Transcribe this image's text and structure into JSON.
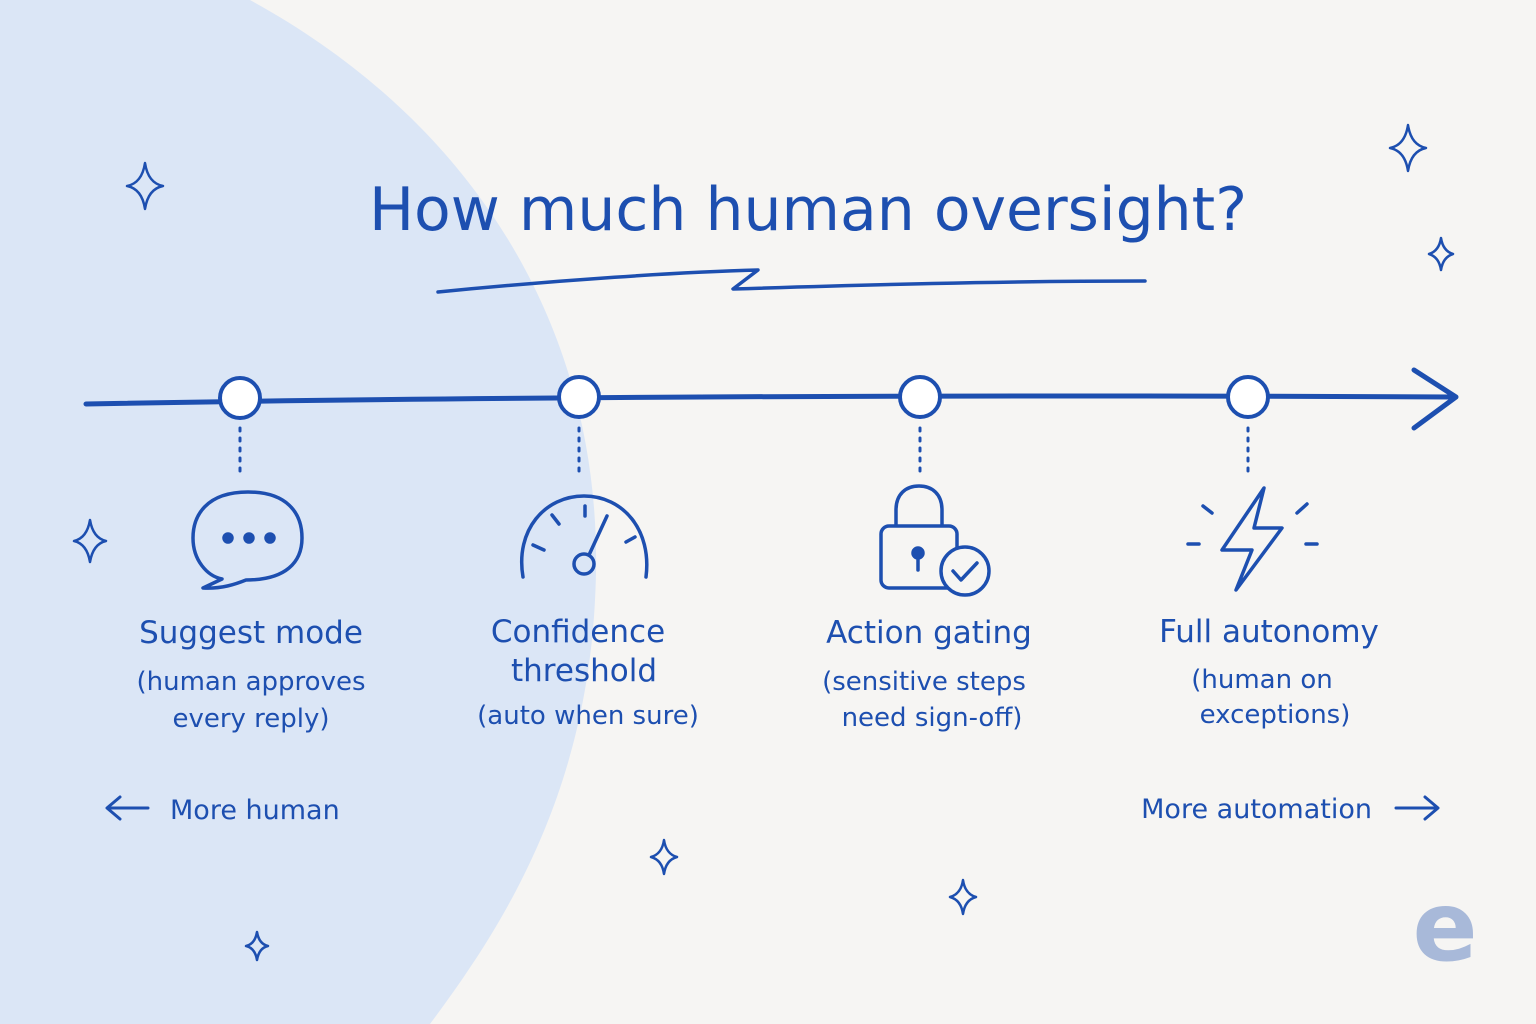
{
  "title": "How much human oversight?",
  "stages": [
    {
      "id": "suggest",
      "label": "Suggest mode",
      "note_lines": [
        "(human approves",
        "every reply)"
      ],
      "icon": "speech-bubble-icon"
    },
    {
      "id": "confidence",
      "label_lines": [
        "Confidence",
        "threshold"
      ],
      "note": "(auto when sure)",
      "icon": "gauge-icon"
    },
    {
      "id": "gating",
      "label": "Action gating",
      "note_lines": [
        "(sensitive steps",
        "need sign-off)"
      ],
      "icon": "lock-check-icon"
    },
    {
      "id": "autonomy",
      "label": "Full autonomy",
      "note_lines": [
        "(human on",
        "exceptions)"
      ],
      "icon": "lightning-bolt-icon"
    }
  ],
  "direction": {
    "left": "More human",
    "right": "More automation"
  },
  "logo_letter": "e",
  "colors": {
    "ink": "#1d4fb0",
    "background": "#f6f5f3",
    "blob": "#dbe6f6",
    "logo": "#a8b9d9"
  }
}
